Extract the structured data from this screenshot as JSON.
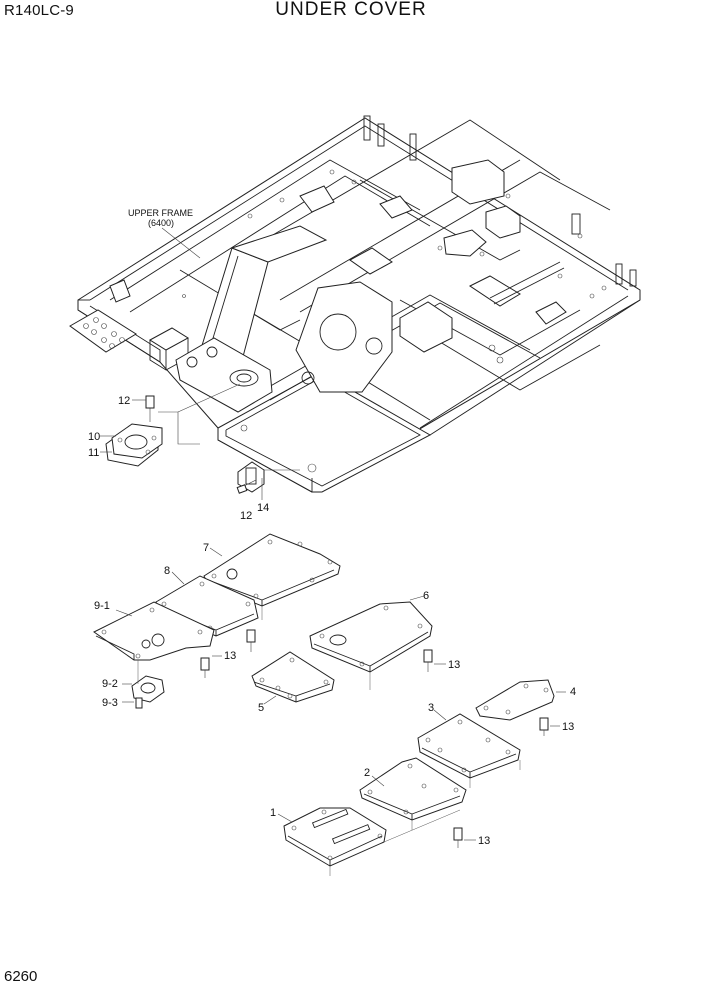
{
  "header": {
    "model": "R140LC-9",
    "title": "UNDER COVER",
    "page_number": "6260"
  },
  "frame_label": {
    "line1": "UPPER FRAME",
    "line2": "(6400)"
  },
  "callouts": {
    "c1": "1",
    "c2": "2",
    "c3": "3",
    "c4": "4",
    "c5": "5",
    "c6": "6",
    "c7": "7",
    "c8": "8",
    "c9_1": "9-1",
    "c9_2": "9-2",
    "c9_3": "9-3",
    "c10": "10",
    "c11": "11",
    "c12a": "12",
    "c12b": "12",
    "c14": "14",
    "c13a": "13",
    "c13b": "13",
    "c13c": "13",
    "c13d": "13"
  }
}
